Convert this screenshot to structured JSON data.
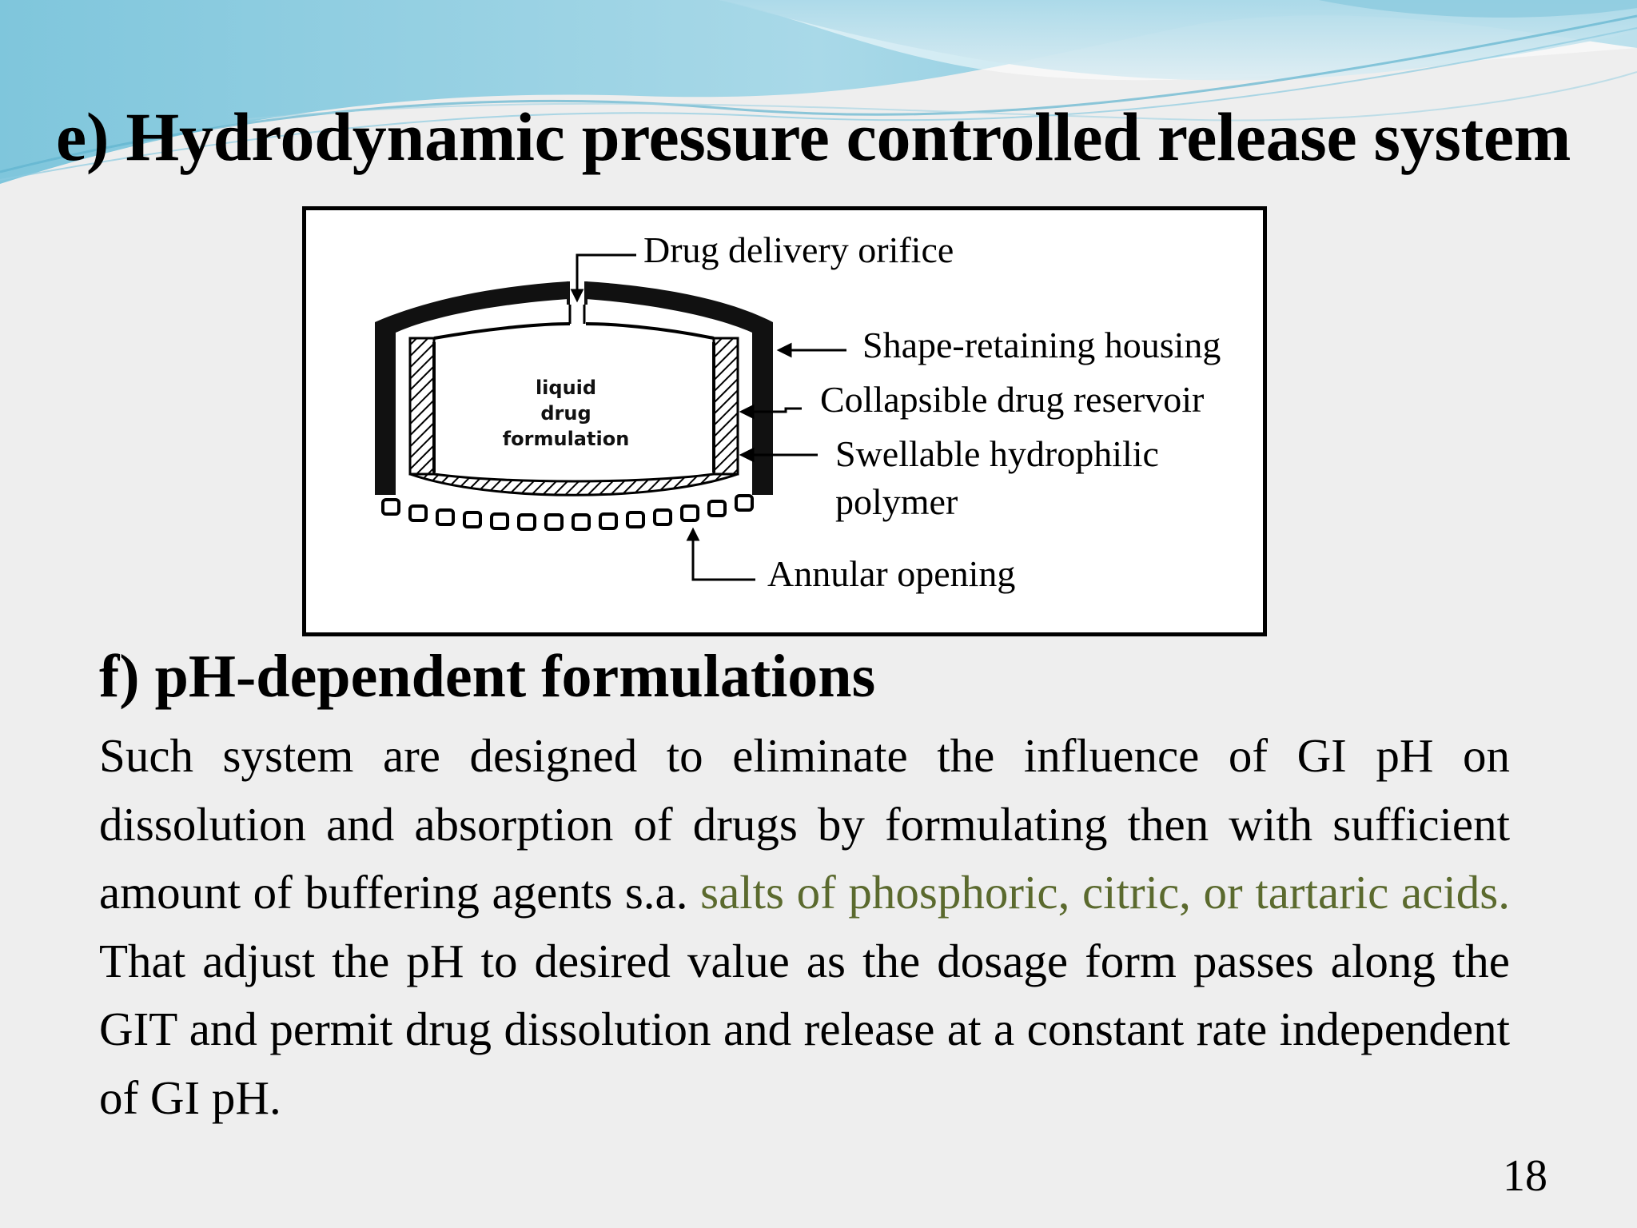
{
  "slide": {
    "title": "e) Hydrodynamic pressure controlled release system",
    "page_number": "18"
  },
  "diagram": {
    "inner_label_lines": [
      "liquid",
      "drug",
      "formulation"
    ],
    "callouts": {
      "orifice": "Drug delivery orifice",
      "housing": "Shape-retaining housing",
      "reservoir": "Collapsible drug reservoir",
      "polymer_line1": "Swellable hydrophilic",
      "polymer_line2": "polymer",
      "annular": "Annular opening"
    }
  },
  "section_f": {
    "heading": "f) pH-dependent formulations",
    "body_before": "Such system are designed to eliminate the influence of GI pH on dissolution and absorption of drugs by formulating then with sufficient amount of buffering agents s.a. ",
    "body_highlight": "salts of phosphoric, citric, or tartaric acids.",
    "body_after": " That adjust the pH to desired value as the dosage form passes along the GIT and permit drug dissolution and release at a constant rate independent of GI pH."
  },
  "colors": {
    "highlight": "#5b6a2e",
    "wave_light": "#bfe3ee",
    "wave_mid": "#8ccbdf",
    "wave_dark": "#5fb3cf",
    "background": "#eeeeee"
  }
}
